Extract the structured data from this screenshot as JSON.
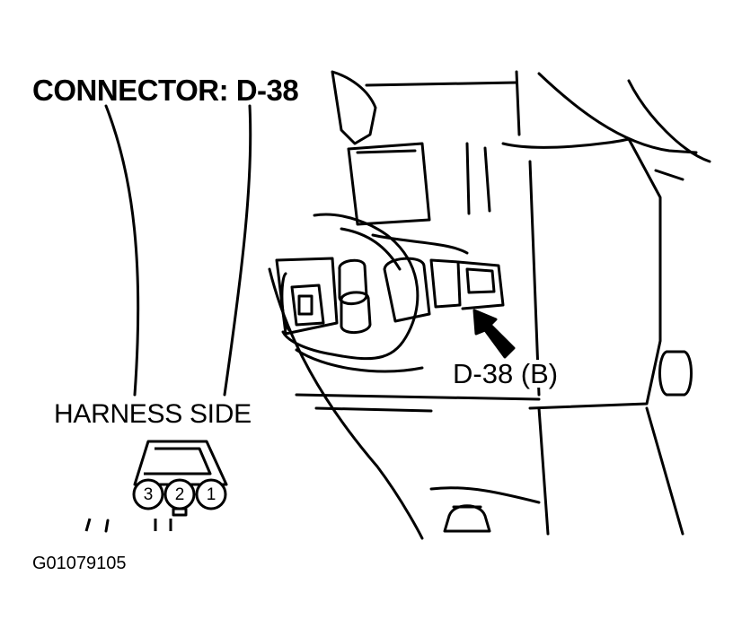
{
  "labels": {
    "title": "CONNECTOR: D-38",
    "harness_side": "HARNESS SIDE",
    "connector_callout": "D-38 (B)",
    "figure_code": "G01079105"
  },
  "connector_pins": [
    "3",
    "2",
    "1"
  ]
}
